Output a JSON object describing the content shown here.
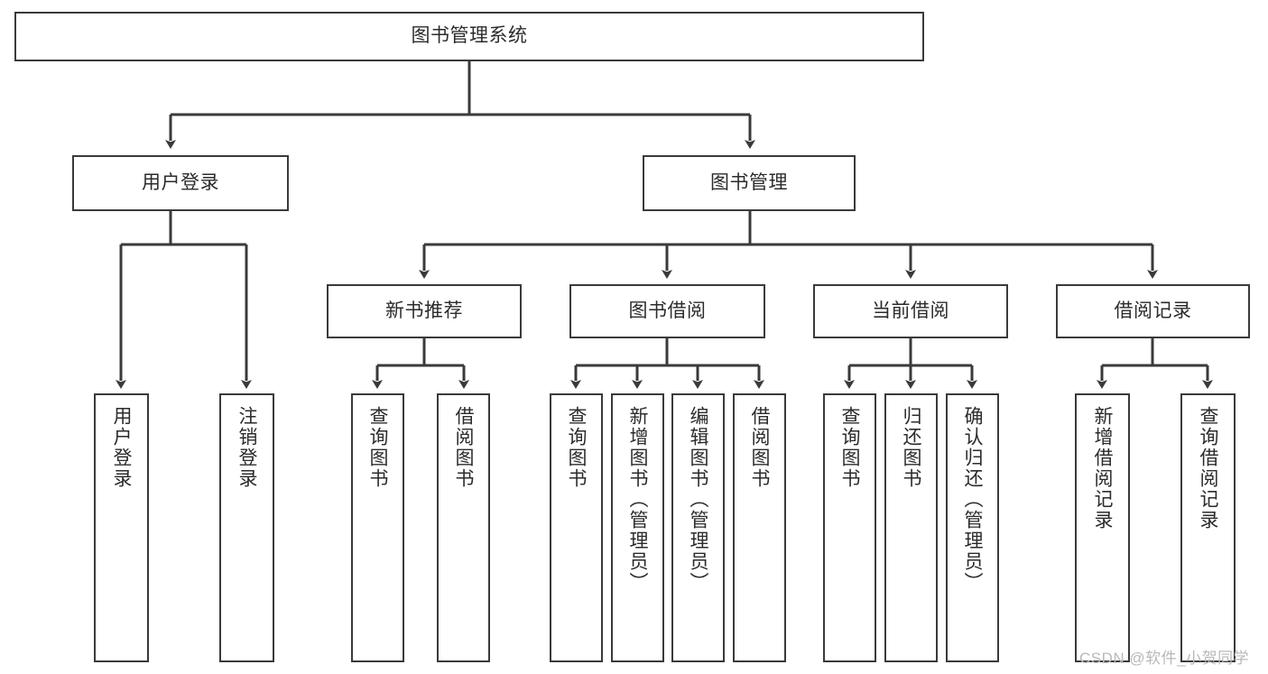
{
  "diagram": {
    "title_node": {
      "label": "图书管理系统"
    },
    "level2": [
      {
        "label": "用户登录"
      },
      {
        "label": "图书管理"
      }
    ],
    "level3": [
      {
        "label": "新书推荐"
      },
      {
        "label": "图书借阅"
      },
      {
        "label": "当前借阅"
      },
      {
        "label": "借阅记录"
      }
    ],
    "leaves": [
      {
        "label": "用户登录"
      },
      {
        "label": "注销登录"
      },
      {
        "label": "查询图书"
      },
      {
        "label": "借阅图书"
      },
      {
        "label": "查询图书"
      },
      {
        "label": "新增图书（管理员）"
      },
      {
        "label": "编辑图书（管理员）"
      },
      {
        "label": "借阅图书"
      },
      {
        "label": "查询图书"
      },
      {
        "label": "归还图书"
      },
      {
        "label": "确认归还（管理员）"
      },
      {
        "label": "新增借阅记录"
      },
      {
        "label": "查询借阅记录"
      }
    ],
    "watermark": "CSDN @软件_小贺同学",
    "colors": {
      "background": "#ffffff",
      "stroke": "#3a3a3a",
      "text": "#2b2b2b",
      "watermark": "#b9b9b9"
    }
  }
}
